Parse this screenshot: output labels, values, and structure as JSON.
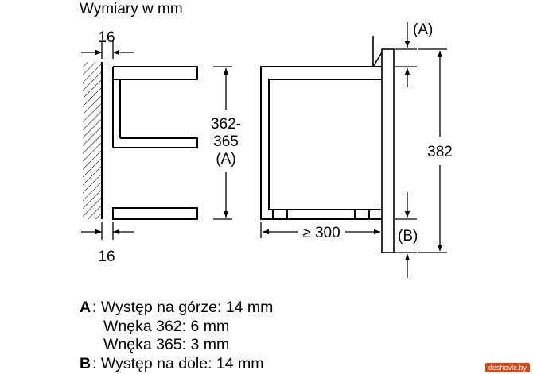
{
  "title": "Wymiary w mm",
  "dims": {
    "left_top": "16",
    "left_bottom": "16",
    "height_1": "362-",
    "height_2": "365",
    "height_ref": "(A)",
    "depth": "≥ 300",
    "total_height": "382",
    "ref_a": "(A)",
    "ref_b": "(B)"
  },
  "legend": {
    "a_key": "A",
    "a_text": ": Występ na górze: 14 mm",
    "a_sub1": "Wnęka 362: 6 mm",
    "a_sub2": "Wnęka 365: 3 mm",
    "b_key": "B",
    "b_text": ": Występ na dole: 14 mm"
  },
  "watermark": "deshevle.by"
}
